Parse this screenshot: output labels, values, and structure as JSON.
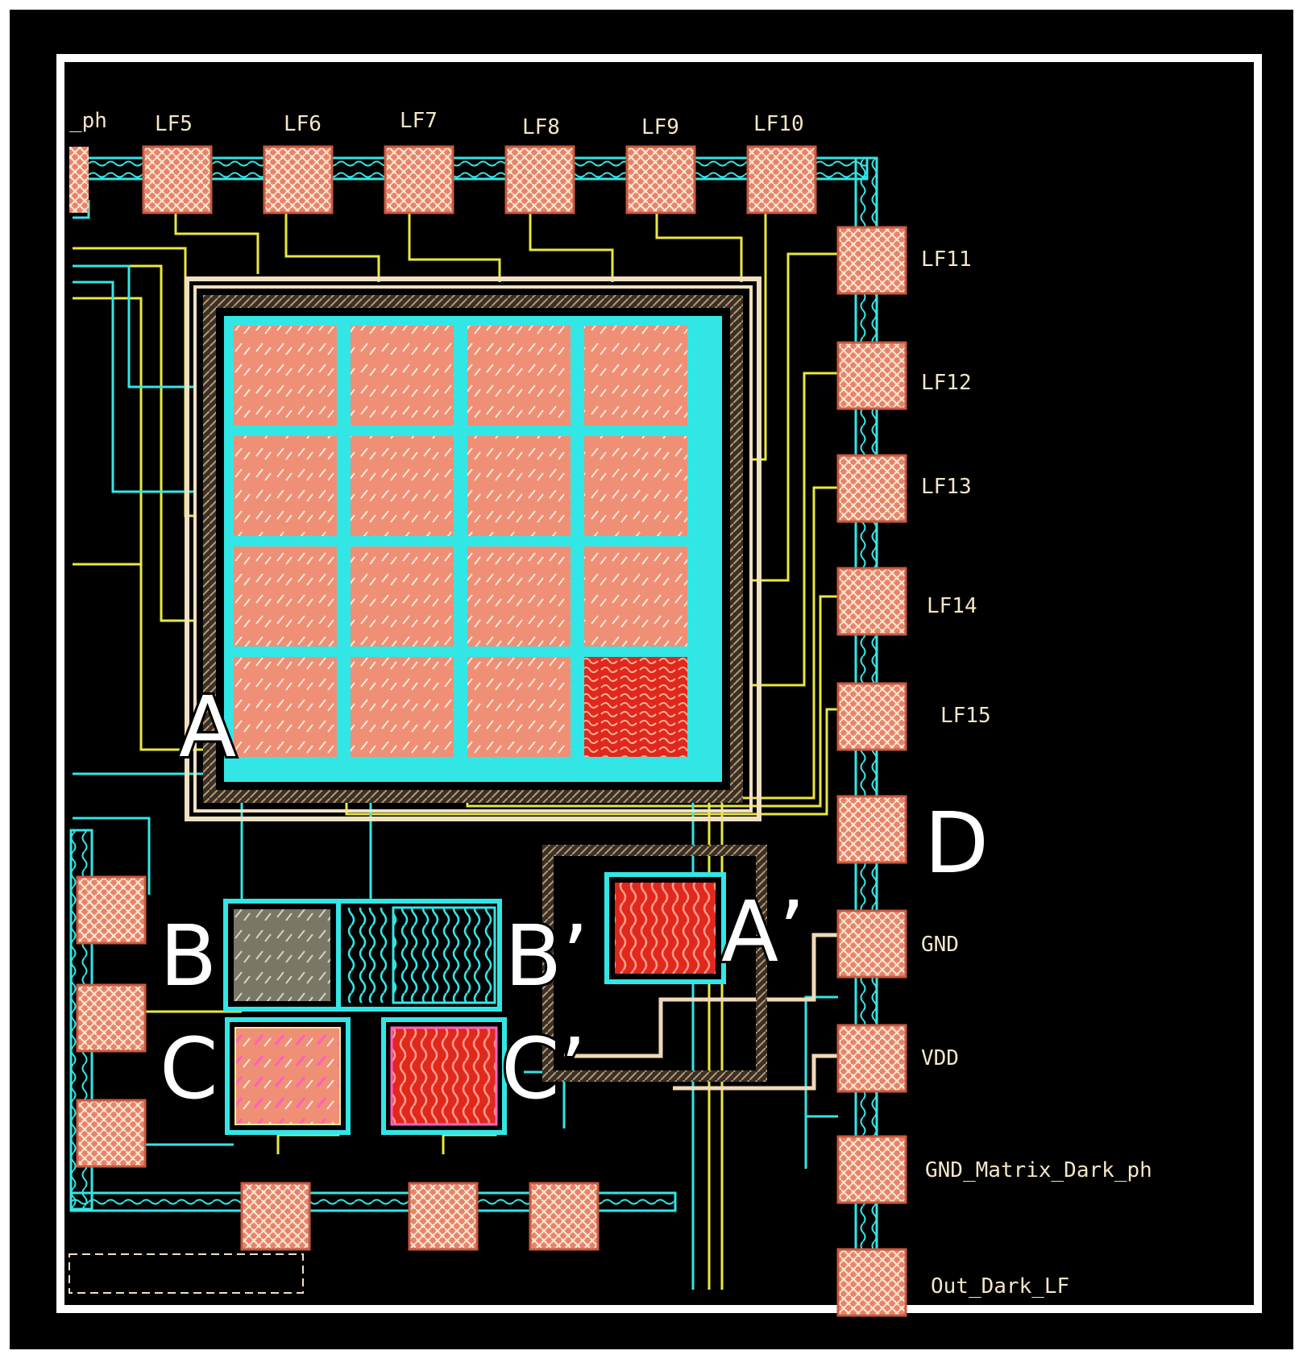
{
  "figure": {
    "colors": {
      "background": "#000000",
      "border": "#ffffff",
      "pad_fill": "#e8836a",
      "pad_hatch": "#f4e4d0",
      "pixel_fill": "#ef8f75",
      "highlight_fill": "#e0281c",
      "dark_fill": "#7a7766",
      "metal_cyan": "#33e6e6",
      "metal_yellow": "#e8e840",
      "guard_ring": "#3a3028"
    },
    "pixel_matrix": {
      "rows": 4,
      "cols": 4,
      "highlighted_cell": [
        3,
        3
      ]
    },
    "top_pad_labels": [
      "_ph",
      "LF5",
      "LF6",
      "LF7",
      "LF8",
      "LF9",
      "LF10"
    ],
    "right_pad_labels": [
      "LF11",
      "LF12",
      "LF13",
      "LF14",
      "LF15",
      "",
      "GND",
      "VDD",
      "GND_Matrix_Dark_ph",
      "Out_Dark_LF"
    ],
    "region_labels": {
      "A": "A",
      "A_prime": "A’",
      "B": "B",
      "B_prime": "B’",
      "C": "C",
      "C_prime": "C’",
      "D": "D"
    }
  }
}
